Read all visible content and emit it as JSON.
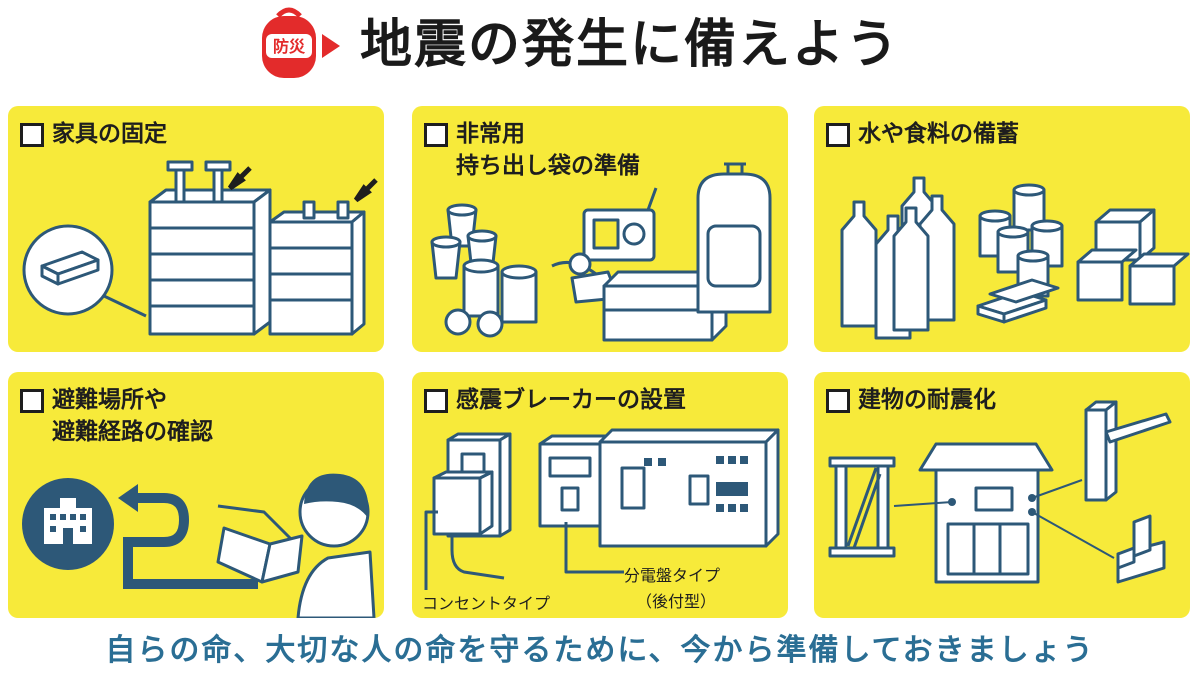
{
  "header": {
    "badge_text": "防災",
    "title": "地震の発生に備えよう"
  },
  "panels": [
    {
      "lines": [
        "家具の固定"
      ]
    },
    {
      "lines": [
        "非常用",
        "持ち出し袋の準備"
      ]
    },
    {
      "lines": [
        "水や食料の備蓄"
      ]
    },
    {
      "lines": [
        "避難場所や",
        "避難経路の確認"
      ]
    },
    {
      "lines": [
        "感震ブレーカーの設置"
      ]
    },
    {
      "lines": [
        "建物の耐震化"
      ]
    }
  ],
  "breaker": {
    "caption_outlet": "コンセントタイプ",
    "caption_panel_1": "分電盤タイプ",
    "caption_panel_2": "（後付型）"
  },
  "footer": {
    "message": "自らの命、大切な人の命を守るために、今から準備しておきましょう"
  },
  "colors": {
    "accent_red": "#e32b2b",
    "panel_yellow": "#f7ea3a",
    "navy": "#2d5878",
    "footer_blue": "#2a6e94"
  },
  "icons": [
    "backpack-icon",
    "checkbox-icon",
    "furniture-icon",
    "emergency-bag-icon",
    "water-food-icon",
    "evacuation-icon",
    "breaker-icon",
    "building-icon"
  ]
}
